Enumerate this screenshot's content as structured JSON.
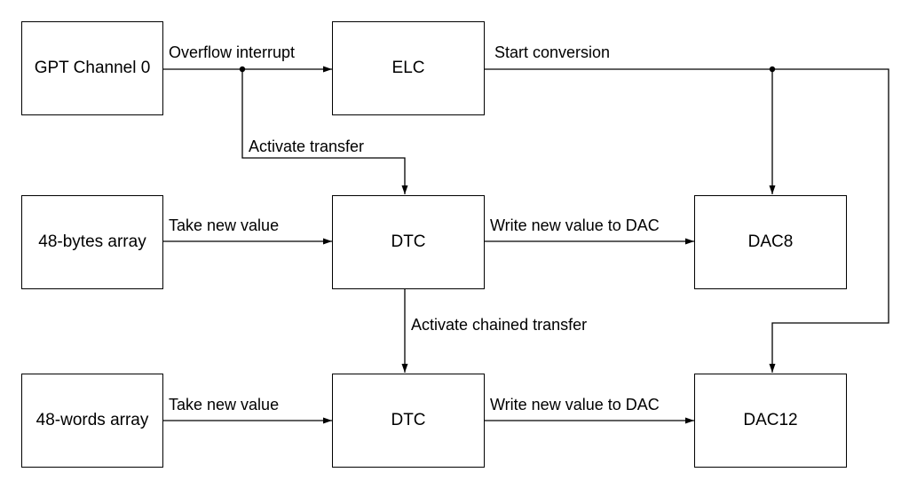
{
  "blocks": {
    "gpt": "GPT Channel 0",
    "elc": "ELC",
    "bytes_array": "48-bytes array",
    "dtc1": "DTC",
    "dac8": "DAC8",
    "words_array": "48-words array",
    "dtc2": "DTC",
    "dac12": "DAC12"
  },
  "signals": {
    "overflow_interrupt": "Overflow interrupt",
    "start_conversion": "Start conversion",
    "activate_transfer": "Activate transfer",
    "take_new_value_1": "Take new value",
    "write_dac_1": "Write new value to DAC",
    "activate_chained": "Activate chained transfer",
    "take_new_value_2": "Take new value",
    "write_dac_2": "Write new value to DAC"
  }
}
